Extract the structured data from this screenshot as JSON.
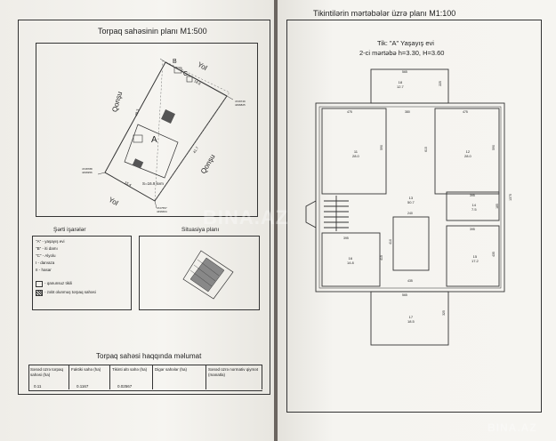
{
  "left": {
    "title": "Torpaq sahəsinin planı M1:500",
    "plot": {
      "street_top": "Yol",
      "street_bottom": "Yol",
      "neighbor_left": "Qonşu",
      "neighbor_right": "Qonşu",
      "label_a": "A",
      "label_b": "B",
      "label_c": "C",
      "area_label": "S=16.9 kvm",
      "dim_1": "48.3",
      "dim_2": "41.7",
      "dim_3": "18.8",
      "dim_4": "15.4",
      "coord_1": "4729749\n4496825",
      "coord_2": "4728788\n4496956",
      "coord_3": "4727557\n4496664"
    },
    "legend": {
      "title": "Şərti işarələr",
      "items": [
        "\"A\" - yaşayış evi",
        "\"B\" - iti damı",
        "\"C\" - Alyolu",
        "I - darvaza",
        "II - hasar",
        "- qanunsuz tikili",
        "- zəbt olunmuş torpaq sahəsi"
      ]
    },
    "situation_title": "Situasiya planı",
    "info_title": "Torpaq sahəsi haqqında məlumat",
    "table": {
      "headers": [
        "Sənəd üzrə torpaq sahəsi (ha)",
        "Faktiki sahə (ha)",
        "Tikinti altı sahə (ha)",
        "Digər sahələr (ha)",
        "Sənəd üzrə normativ qiymət (manatla)"
      ],
      "values": [
        "0.11",
        "0.1167",
        "0.02567",
        "",
        ""
      ]
    }
  },
  "right": {
    "title": "Tikintilərin mərtəbələr üzrə planı M1:100",
    "subtitle_1": "Tik: \"A\" Yaşayış evi",
    "subtitle_2": "2-ci mərtəbə h=3.30, H=3.60",
    "rooms": [
      {
        "id": "18",
        "area": "12.7"
      },
      {
        "id": "11",
        "area": "28.0"
      },
      {
        "id": "12",
        "area": "28.0"
      },
      {
        "id": "13",
        "area": "50.7"
      },
      {
        "id": "14",
        "area": "7.5"
      },
      {
        "id": "16",
        "area": "14.8"
      },
      {
        "id": "15",
        "area": "17.2"
      },
      {
        "id": "17",
        "area": "18.5"
      }
    ],
    "dims": {
      "d565": "565",
      "d225": "225",
      "d475a": "475",
      "d380": "380",
      "d475b": "475",
      "d590a": "590",
      "d615": "615",
      "d590b": "590",
      "d395a": "395",
      "d185": "185",
      "d1375": "1375",
      "d240": "240",
      "d395b": "395",
      "d410": "410",
      "d415": "415",
      "d395c": "395",
      "d435a": "435",
      "d435b": "435",
      "d565b": "565",
      "d325": "325"
    }
  },
  "watermark": "BINA.AZ"
}
